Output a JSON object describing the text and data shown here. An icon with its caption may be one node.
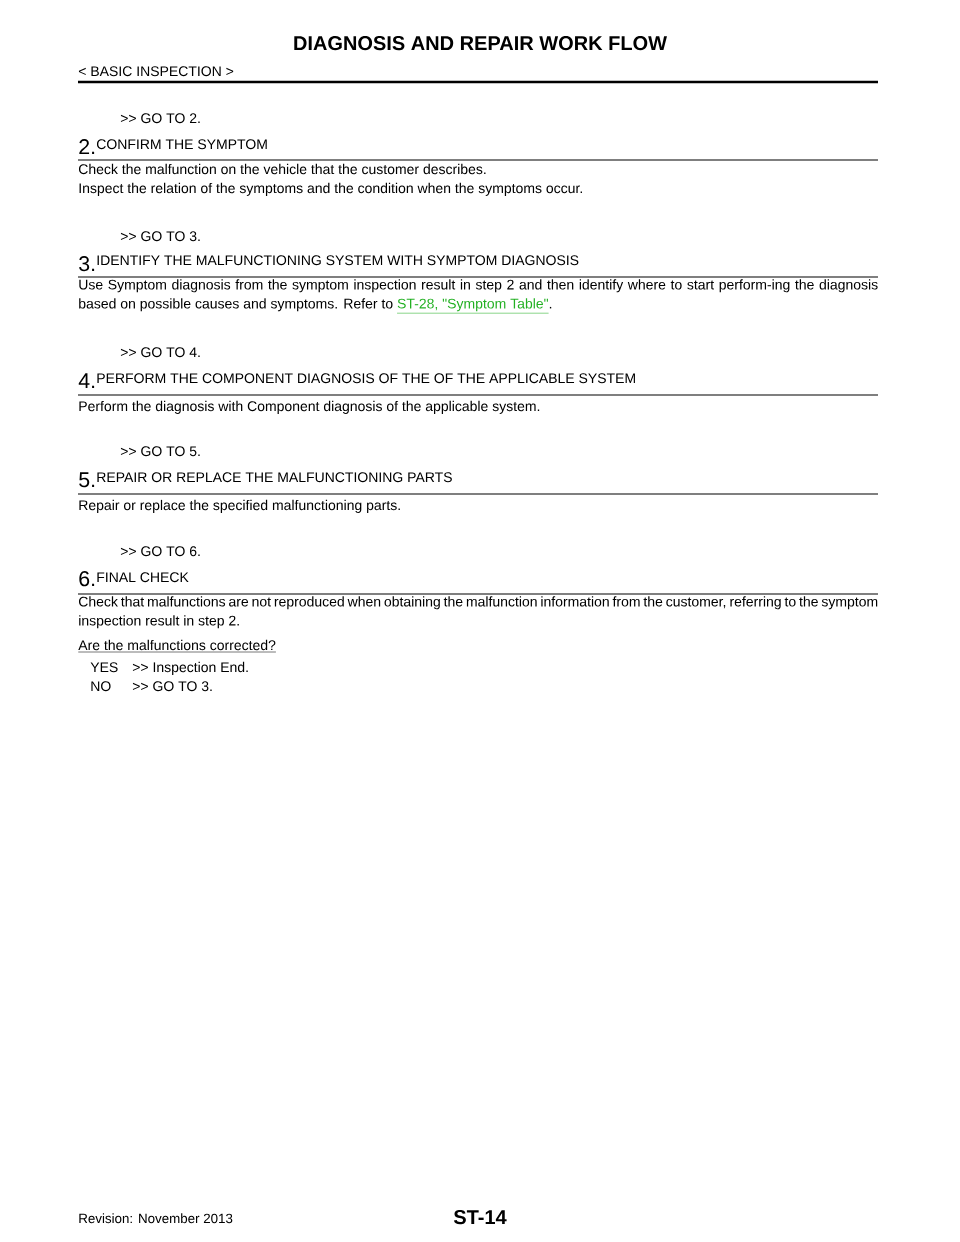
{
  "diagram": {
    "title": "DIAGNOSIS AND REPAIR WORK FLOW",
    "labels": [
      "< BASIC INSPECTION >",
      ">> GO TO 2.",
      "2.",
      "CONFIRM THE SYMPTOM",
      "Check the malfunction on the vehicle that the customer describes.",
      "Inspect the relation of the symptoms and the condition when the symptoms occur.",
      ">> GO TO 3.",
      "3.",
      "IDENTIFY THE MALFUNCTIONING SYSTEM WITH SYMPTOM DIAGNOSIS",
      "Use Symptom diagnosis from the symptom inspection result in step 2 and then identify where to start perform-ing the diagnosis based on possible causes and symptoms. Refer to",
      "ST-28, \"Symptom Table\"",
      ".",
      ">> GO TO 4.",
      "4.",
      "PERFORM THE COMPONENT DIAGNOSIS OF THE OF THE APPLICABLE SYSTEM",
      "Perform the diagnosis with Component diagnosis of the applicable system.",
      ">> GO TO 5.",
      "5.",
      "REPAIR OR REPLACE THE MALFUNCTIONING PARTS",
      "Repair or replace the specified malfunctioning parts.",
      ">> GO TO 6.",
      "6.",
      "FINAL CHECK",
      "Check that malfunctions are not reproduced when obtaining the malfunction information from the customer, referring to the symptom inspection result in step 2.",
      "Are the malfunctions corrected?",
      "YES",
      ">> Inspection End.",
      "NO",
      ">> GO TO 3.",
      "Revision: November 2013",
      "ST-14"
    ]
  }
}
